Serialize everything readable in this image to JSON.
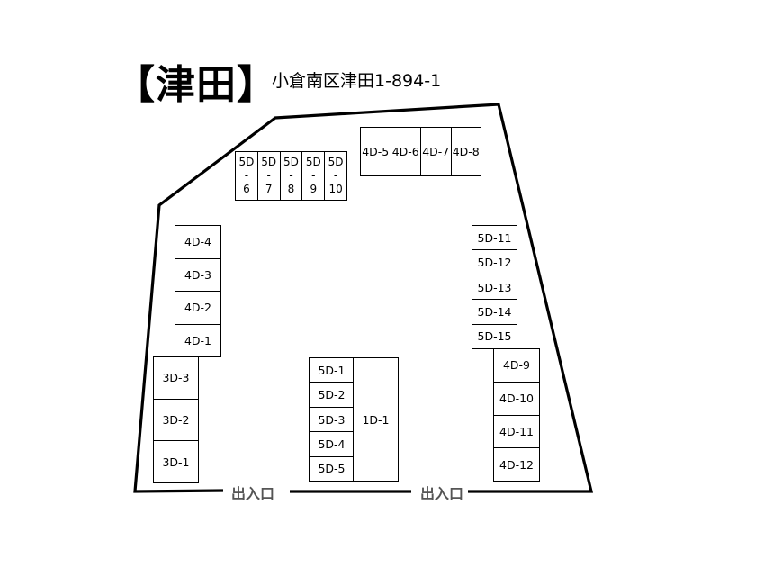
{
  "header": {
    "title": "【津田】",
    "address": "小倉南区津田1-894-1"
  },
  "entrances": [
    "出入口",
    "出入口"
  ],
  "blocks": {
    "top_right": [
      "4D-5",
      "4D-6",
      "4D-7",
      "4D-8"
    ],
    "top_center": [
      {
        "top": "5D",
        "dash": "-",
        "bottom": "6"
      },
      {
        "top": "5D",
        "dash": "-",
        "bottom": "7"
      },
      {
        "top": "5D",
        "dash": "-",
        "bottom": "8"
      },
      {
        "top": "5D",
        "dash": "-",
        "bottom": "9"
      },
      {
        "top": "5D",
        "dash": "-",
        "bottom": "10"
      }
    ],
    "left_4d": [
      "4D-4",
      "4D-3",
      "4D-2",
      "4D-1"
    ],
    "left_3d": [
      "3D-3",
      "3D-2",
      "3D-1"
    ],
    "center_5d": [
      "5D-1",
      "5D-2",
      "5D-3",
      "5D-4",
      "5D-5"
    ],
    "center_1d": "1D-1",
    "right_5d": [
      "5D-11",
      "5D-12",
      "5D-13",
      "5D-14",
      "5D-15"
    ],
    "right_4d": [
      "4D-9",
      "4D-10",
      "4D-11",
      "4D-12"
    ]
  }
}
